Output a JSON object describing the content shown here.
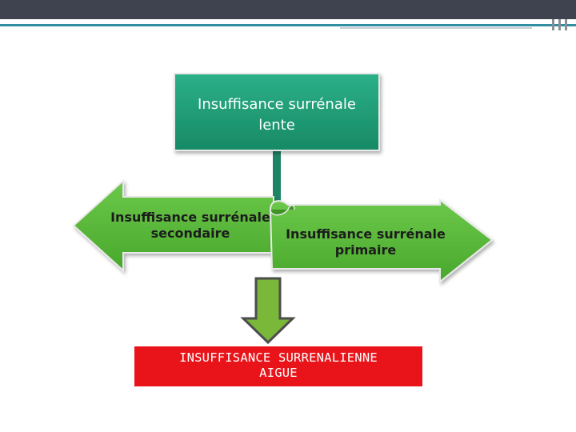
{
  "diagram": {
    "top_box": {
      "line1": "Insuffisance surrénale",
      "line2": "lente",
      "color": "#1e9c74"
    },
    "left_arrow": {
      "line1": "Insuffisance surrénale",
      "line2": "secondaire",
      "color": "#52b636"
    },
    "right_arrow": {
      "line1": "Insuffisance surrénale",
      "line2": "primaire",
      "color": "#52b636"
    },
    "down_arrow": {
      "color": "#79b838",
      "outline": "#4d4d4d"
    },
    "result_box": {
      "line1": "INSUFFISANCE SURRENALIENNE",
      "line2": "AIGUE",
      "color": "#e8141a"
    }
  }
}
